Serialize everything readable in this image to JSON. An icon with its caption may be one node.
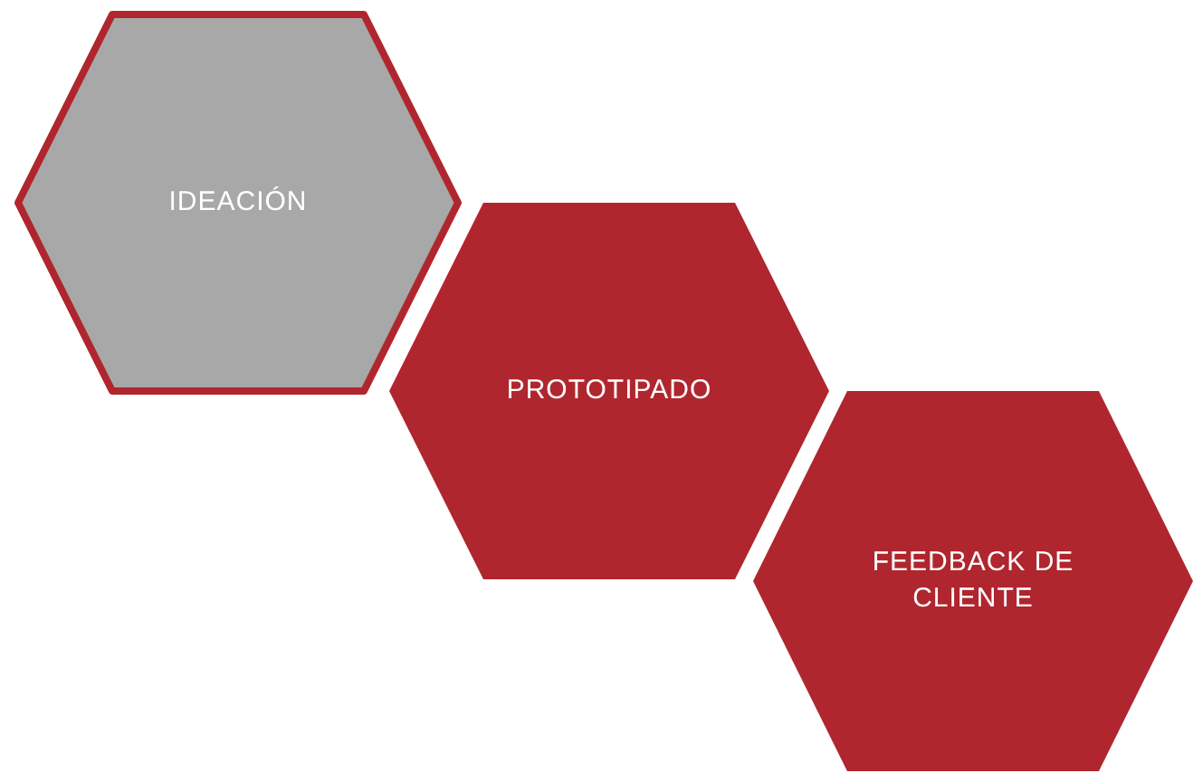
{
  "diagram": {
    "nodes": [
      {
        "text": [
          "IDEACIÓN"
        ]
      },
      {
        "text": [
          "PROTOTIPADO"
        ]
      },
      {
        "text": [
          "FEEDBACK DE CLIENTE"
        ]
      }
    ]
  }
}
